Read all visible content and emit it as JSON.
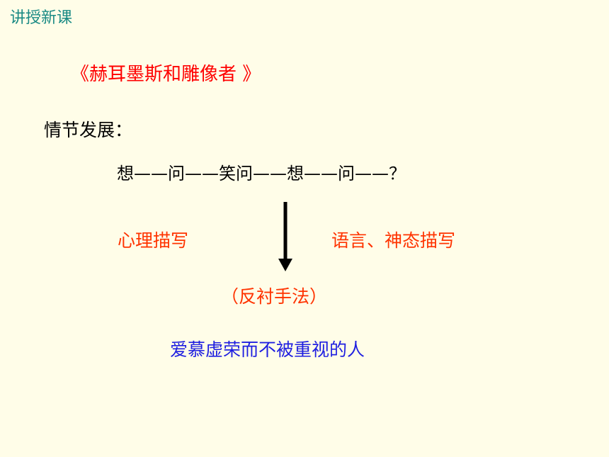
{
  "header": {
    "section_label": "讲授新课"
  },
  "slide": {
    "work_title": "《赫耳墨斯和雕像者 》",
    "plot_label": "情节发展：",
    "plot_sequence": "想——问——笑问——想——问——？",
    "technique_left": "心理描写",
    "technique_right": "语言、神态描写",
    "contrast_method": "（反衬手法）",
    "character_summary": "爱慕虚荣而不被重视的人"
  },
  "colors": {
    "background": "#FFFDE8",
    "header": "#1A8A84",
    "title": "#FF0000",
    "technique": "#FF3300",
    "summary": "#1F1FE0"
  },
  "icons": {
    "arrow": "down-arrow-icon"
  }
}
